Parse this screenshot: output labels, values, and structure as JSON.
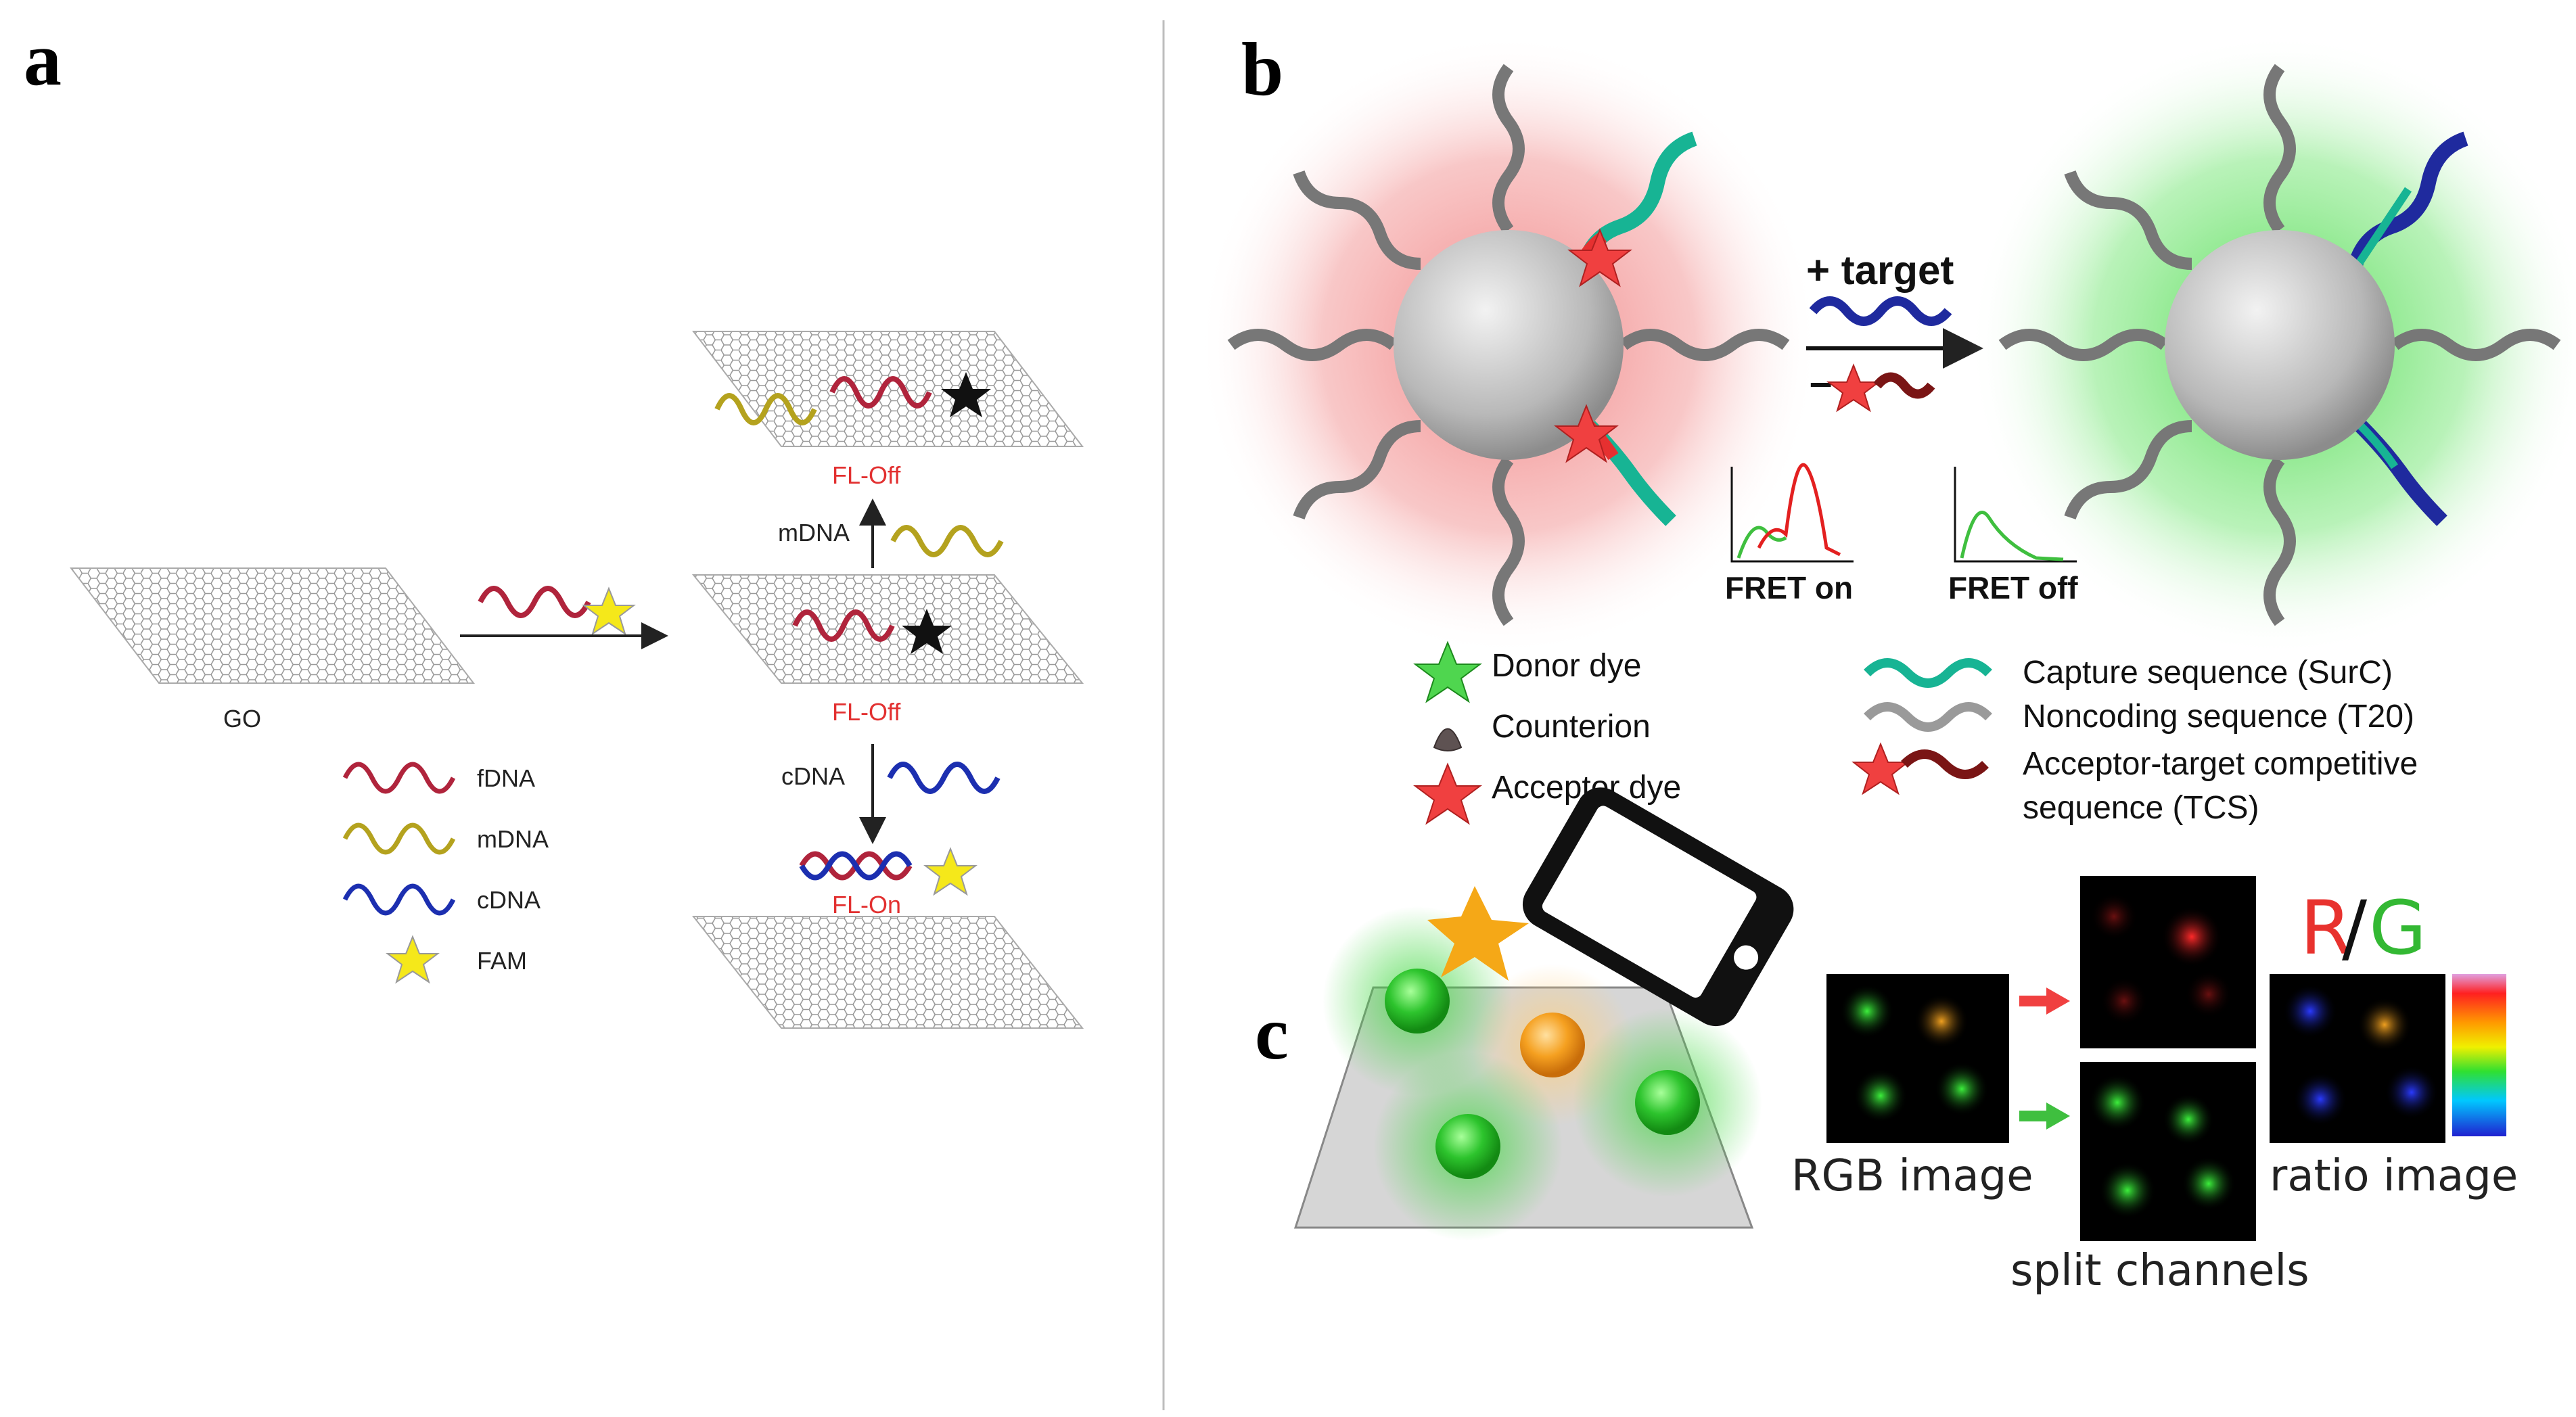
{
  "panel_a": {
    "letter": "a",
    "go_label": "GO",
    "fl_off_top": "FL-Off",
    "fl_off_mid": "FL-Off",
    "fl_on": "FL-On",
    "mdna_arrow_label": "mDNA",
    "cdna_arrow_label": "cDNA",
    "legend": [
      {
        "label": "fDNA",
        "color": "#b0243c"
      },
      {
        "label": "mDNA",
        "color": "#b4a21e"
      },
      {
        "label": "cDNA",
        "color": "#1c2fb0"
      },
      {
        "label": "FAM",
        "color": "#f5e81a"
      }
    ]
  },
  "panel_b": {
    "letter": "b",
    "arrow_label": "+ target",
    "fret_on": "FRET on",
    "fret_off": "FRET off",
    "legend_left": [
      {
        "label": "Donor dye",
        "icon": "green-star-icon"
      },
      {
        "label": "Counterion",
        "icon": "counterion-icon"
      },
      {
        "label": "Acceptor dye",
        "icon": "red-star-icon"
      }
    ],
    "legend_right": [
      {
        "label": "Capture sequence (SurC)",
        "icon": "capture-helix-icon"
      },
      {
        "label": "Noncoding sequence (T20)",
        "icon": "noncoding-helix-icon"
      },
      {
        "label": "Acceptor-target competitive",
        "label2": "sequence (TCS)",
        "icon": "tcs-helix-icon"
      }
    ],
    "colors": {
      "red_glow": "#f08a8a",
      "green_glow": "#5ee35e",
      "capture": "#1bb89a",
      "target": "#1f2a9e"
    }
  },
  "panel_c": {
    "letter": "c",
    "rgb_caption": "RGB image",
    "split_caption": "split channels",
    "ratio_caption": "ratio image",
    "ratio_r": "R",
    "ratio_slash": "/",
    "ratio_g": "G",
    "colors": {
      "r": "#e8322e",
      "g": "#33b833"
    }
  }
}
